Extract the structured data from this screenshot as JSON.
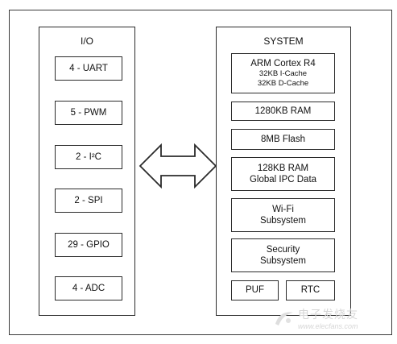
{
  "io": {
    "title": "I/O",
    "items": [
      {
        "label": "4 - UART"
      },
      {
        "label": "5 - PWM"
      },
      {
        "label": "2 - I²C"
      },
      {
        "label": "2 - SPI"
      },
      {
        "label": "29 - GPIO"
      },
      {
        "label": "4 - ADC"
      }
    ]
  },
  "system": {
    "title": "SYSTEM",
    "cpu": {
      "name": "ARM Cortex R4",
      "icache": "32KB I-Cache",
      "dcache": "32KB D-Cache"
    },
    "ram": "1280KB RAM",
    "flash": "8MB Flash",
    "ipc": {
      "line1": "128KB RAM",
      "line2": "Global IPC Data"
    },
    "wifi": {
      "line1": "Wi-Fi",
      "line2": "Subsystem"
    },
    "security": {
      "line1": "Security",
      "line2": "Subsystem"
    },
    "puf": "PUF",
    "rtc": "RTC"
  },
  "watermark": {
    "line1": "电子发烧友",
    "line2": "www.elecfans.com"
  },
  "colors": {
    "stroke": "#2b2b2b",
    "background": "#ffffff",
    "watermark": "#d6d6d6"
  }
}
